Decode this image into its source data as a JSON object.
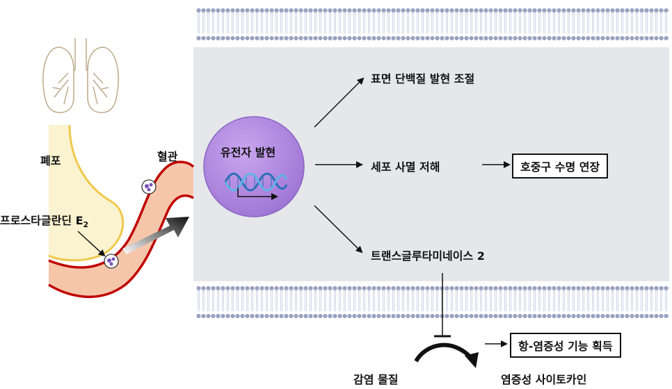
{
  "labels": {
    "lung": "폐포",
    "vessel": "혈관",
    "prostaglandin": "프로스타글란딘 E",
    "prostaglandin_sub": "2",
    "gene_expression": "유전자 발현",
    "surface_protein": "표면 단백질 발현 조절",
    "apoptosis_inhibition": "세포 사멸 저해",
    "lifespan": "호중구 수명 연장",
    "transglutaminase": "트랜스글루타미네이스 2",
    "anti_inflammatory": "항-염증성 기능 획득",
    "infection": "감염 물질",
    "cytokine": "염증성 사이토카인"
  },
  "colors": {
    "cell_interior": "#e5e7ea",
    "membrane_head": "#9aa3c0",
    "nucleus_fill": "#b58ee0",
    "alveolus_fill": "#fbf3d0",
    "alveolus_edge": "#f0c84a",
    "vessel_fill": "#f6c6ab",
    "vessel_edge": "#c00000"
  }
}
